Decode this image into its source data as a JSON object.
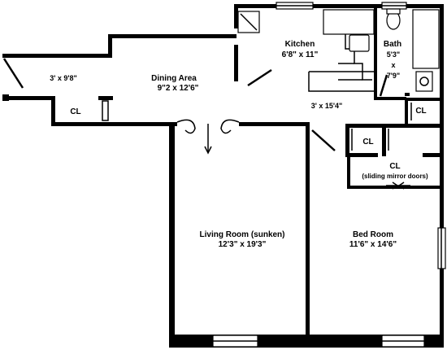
{
  "rooms": {
    "kitchen": {
      "name": "Kitchen",
      "size": "6'8\" x 11\""
    },
    "bath": {
      "name": "Bath",
      "dim1": "5'3\"",
      "times": "x",
      "dim2": "7'9\""
    },
    "dining": {
      "name": "Dining Area",
      "size": "9\"2 x 12'6\""
    },
    "entry_hall": {
      "size": "3' x 9'8\""
    },
    "hall": {
      "size": "3' x 15'4\""
    },
    "living": {
      "name": "Living Room (sunken)",
      "size": "12'3\" x 19'3\""
    },
    "bedroom": {
      "name": "Bed Room",
      "size": "11'6\" x 14'6\""
    }
  },
  "closets": {
    "entry": "CL",
    "hall": "CL",
    "bedroom_small": "CL",
    "bedroom_large": "CL",
    "bedroom_large_note": "(sliding mirror doors)"
  }
}
